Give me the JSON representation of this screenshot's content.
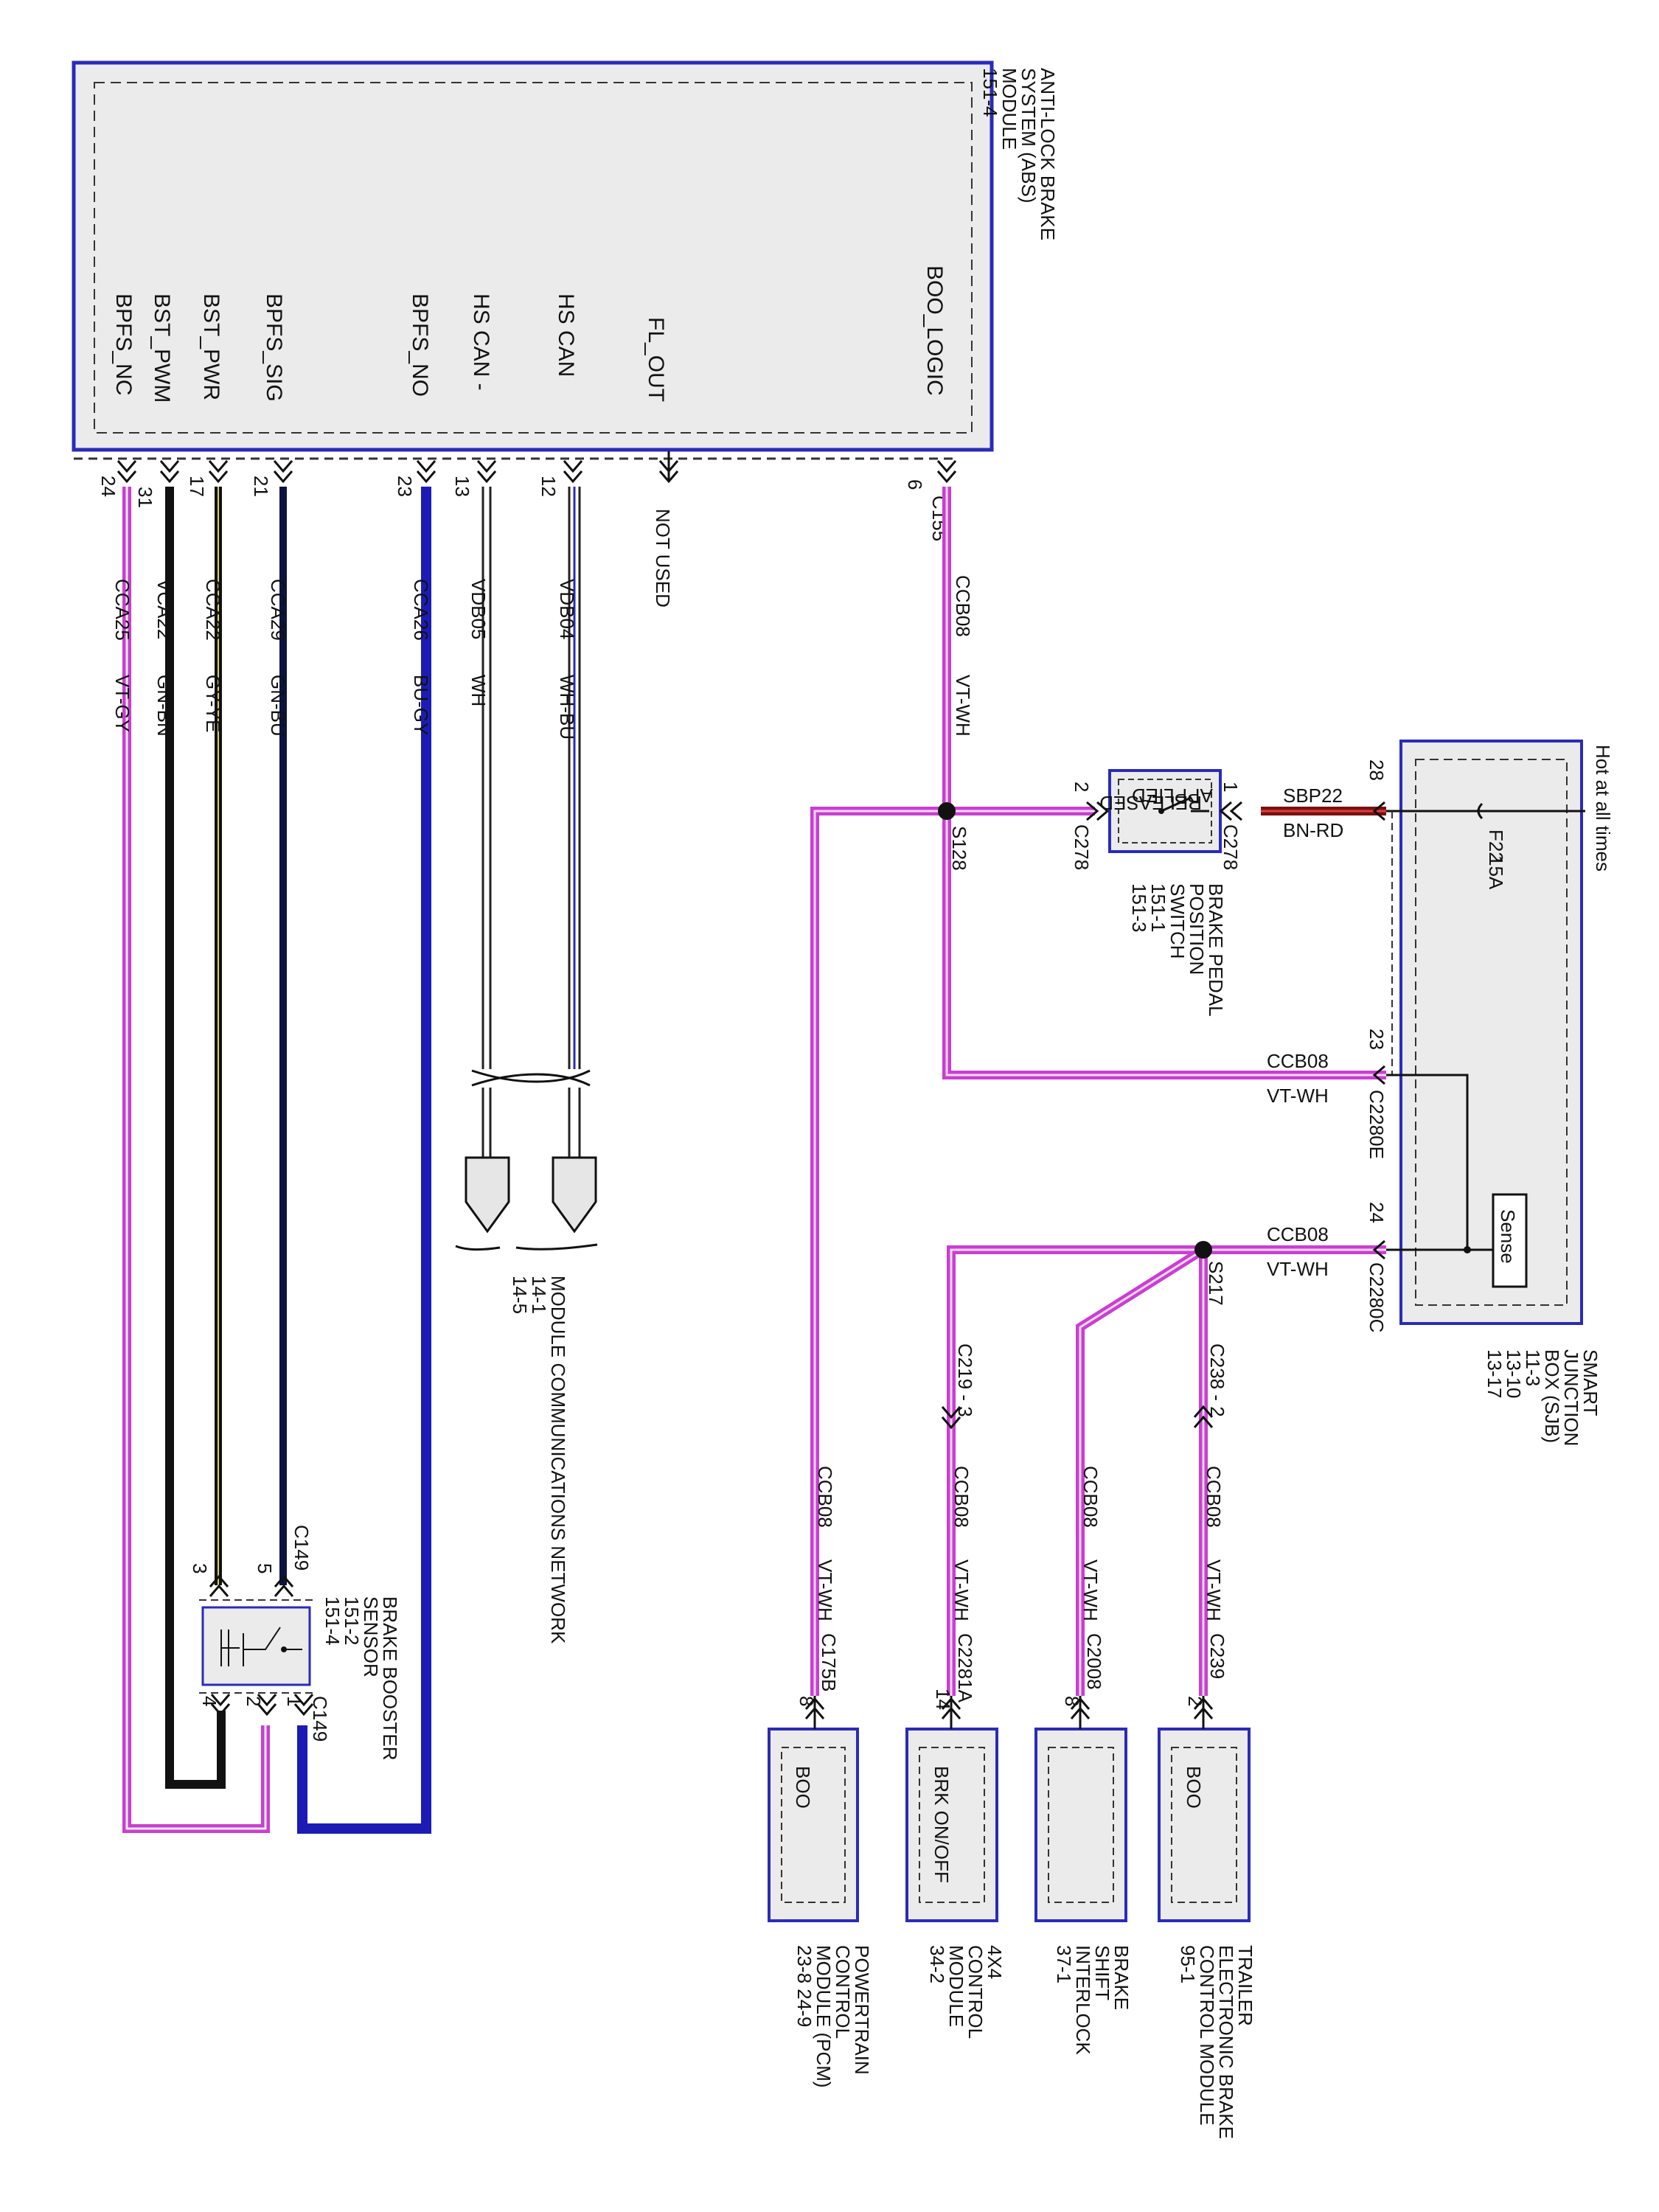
{
  "abs_module": {
    "title_lines": [
      "ANTI-LOCK BRAKE",
      "SYSTEM (ABS)",
      "MODULE",
      "151-4"
    ],
    "pins": [
      {
        "signal": "BOO_LOGIC",
        "pin": "6",
        "connector": "C155"
      },
      {
        "signal": "FL_OUT",
        "pin": "",
        "note": "NOT USED"
      },
      {
        "signal": "HS CAN",
        "pin": "12",
        "circuit": "VDB04",
        "color": "WH-BU"
      },
      {
        "signal": "HS CAN -",
        "pin": "13",
        "circuit": "VDB05",
        "color": "WH"
      },
      {
        "signal": "BPFS_NO",
        "pin": "23",
        "circuit": "CCA26",
        "color": "BU-GY"
      },
      {
        "signal": "BPFS_SIG",
        "pin": "21",
        "circuit": "CCA29",
        "color": "GN-BU"
      },
      {
        "signal": "BST_PWR",
        "pin": "17",
        "circuit": "CCA22",
        "color": "GY-YE"
      },
      {
        "signal": "BST_PWM",
        "pin": "31",
        "circuit": "VCA22",
        "color": "GN-BN"
      },
      {
        "signal": "BPFS_NC",
        "pin": "24",
        "circuit": "CCA25",
        "color": "VT-GY"
      }
    ]
  },
  "network": {
    "title_lines": [
      "MODULE COMMUNICATIONS NETWORK",
      "14-1",
      "14-5"
    ]
  },
  "booster": {
    "title_lines": [
      "BRAKE BOOSTER",
      "SENSOR",
      "151-2",
      "151-4"
    ],
    "connector": "C149",
    "pins_top": [
      "5",
      "3"
    ],
    "pins_bottom": [
      "1",
      "2",
      "4"
    ]
  },
  "brake_switch": {
    "title_lines": [
      "BRAKE PEDAL",
      "POSITION",
      "SWITCH",
      "151-1",
      "151-3"
    ],
    "connector": "C278",
    "pin_in": "1",
    "pin_out": "2",
    "applied": "APPLIED",
    "released": "RELEASED"
  },
  "sjb": {
    "title_lines": [
      "SMART",
      "JUNCTION",
      "BOX (SJB)",
      "11-3",
      "13-10",
      "13-17"
    ],
    "hot": "Hot at all times",
    "fuse": "F22",
    "fuse_rating": "15A",
    "sense": "Sense",
    "pin_fuse": "28",
    "pin_23": "23",
    "pin_24": "24",
    "conn_23": "C2280E",
    "conn_24": "C2280C"
  },
  "wires": {
    "sbp22": "SBP22",
    "sbp22_color": "BN-RD",
    "ccb08": "CCB08",
    "ccb08_color": "VT-WH",
    "splice_128": "S128",
    "splice_217": "S217",
    "c219": "C219 - 3",
    "c238": "C238 - 2"
  },
  "modules": [
    {
      "name_lines": [
        "POWERTRAIN",
        "CONTROL",
        "MODULE (PCM)",
        "23-8     24-9"
      ],
      "inner": "BOO",
      "connector": "C175B",
      "pin": "8"
    },
    {
      "name_lines": [
        "4X4",
        "CONTROL",
        "MODULE",
        "34-2"
      ],
      "inner": "BRK ON/OFF",
      "connector": "C2281A",
      "pin": "14"
    },
    {
      "name_lines": [
        "BRAKE",
        "SHIFT",
        "INTERLOCK",
        "37-1"
      ],
      "inner": "",
      "connector": "C2008",
      "pin": "8"
    },
    {
      "name_lines": [
        "TRAILER",
        "ELECTRONIC BRAKE",
        "CONTROL MODULE",
        "95-1"
      ],
      "inner": "BOO",
      "connector": "C239",
      "pin": "2"
    }
  ],
  "colors": {
    "violet_white": "#c93fd0",
    "blue_gray": "#1c1cb4",
    "brown_red": "#7a1010",
    "green_blue": "#0b1340",
    "black": "#111111",
    "module_border": "#2b2bb8",
    "module_fill": "#ebebeb"
  }
}
